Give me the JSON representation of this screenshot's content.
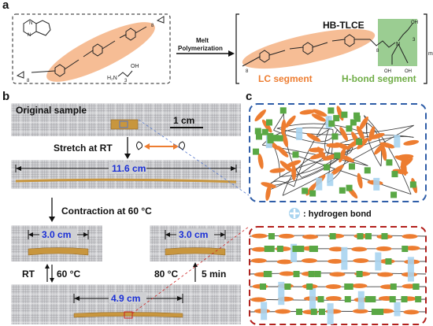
{
  "panels": {
    "a": "a",
    "b": "b",
    "c": "c"
  },
  "panel_a": {
    "arrow_label_line1": "Melt",
    "arrow_label_line2": "Polymerization",
    "product_name": "HB-TLCE",
    "lc_segment_label": "LC segment",
    "hbond_segment_label": "H-bond segment",
    "subscript_8": "8",
    "subscript_3": "3",
    "subscript_m": "m",
    "oh": "OH",
    "h2n": "H₂N",
    "colors": {
      "lc_fill": "#f4b183",
      "hbond_fill": "#8ac47f",
      "lc_text": "#ed7d31",
      "hbond_text": "#70ad47"
    }
  },
  "panel_b": {
    "original_sample": "Original sample",
    "scale_bar": "1 cm",
    "stretch_label": "Stretch at RT",
    "length_stretched": "11.6 cm",
    "contraction_label": "Contraction at 60 °C",
    "length_contracted_left": "3.0 cm",
    "length_contracted_right": "3.0 cm",
    "rt_label": "RT",
    "temp_left": "60 °C",
    "temp_right": "80 °C",
    "time_label": "5 min",
    "length_final": "4.9 cm",
    "colors": {
      "length_text": "#1a2fd6",
      "sample": "#c8963e"
    }
  },
  "panel_c": {
    "legend_text": ": hydrogen bond",
    "colors": {
      "top_border": "#2e5da8",
      "bottom_border": "#b3201c",
      "mesogen": "#ed7d31",
      "crosslink": "#5aa845",
      "hbond": "#a9d4ef"
    }
  }
}
